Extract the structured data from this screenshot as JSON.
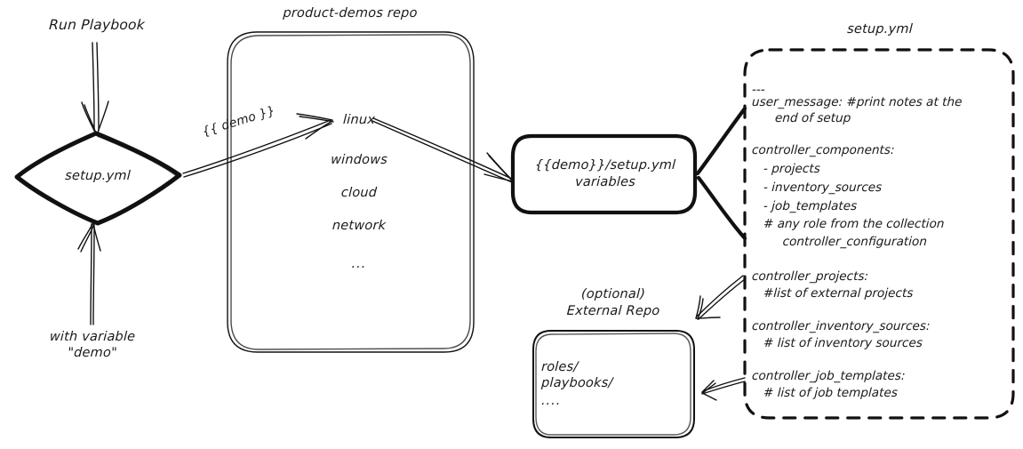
{
  "diagram": {
    "title": "product-demos setup.yml flow",
    "ink_color": "#111111",
    "background": "#ffffff"
  },
  "nodes": {
    "run_playbook_label": "Run Playbook",
    "with_variable_label_line1": "with variable",
    "with_variable_label_line2": "\"demo\"",
    "setup_diamond_label": "setup.yml",
    "repo_title": "product-demos repo",
    "repo_items": [
      "linux",
      "windows",
      "cloud",
      "network",
      "..."
    ],
    "demo_edge_label": "{{ demo }}",
    "variables_node_line1": "{{demo}}/setup.yml",
    "variables_node_line2": "variables",
    "external_repo_title_line1": "(optional)",
    "external_repo_title_line2": "External Repo",
    "external_repo_items": [
      "roles/",
      "playbooks/",
      "...."
    ],
    "yaml_panel_title": "setup.yml"
  },
  "yaml_panel": {
    "lines": [
      "---",
      "user_message: #print notes at the",
      "      end of setup",
      "",
      "controller_components:",
      "   - projects",
      "   - inventory_sources",
      "   - job_templates",
      "   # any role from the collection",
      "        controller_configuration",
      "",
      "controller_projects:",
      "   #list of external projects",
      "",
      "controller_inventory_sources:",
      "   # list of inventory sources",
      "",
      "controller_job_templates:",
      "   # list of job templates"
    ]
  }
}
